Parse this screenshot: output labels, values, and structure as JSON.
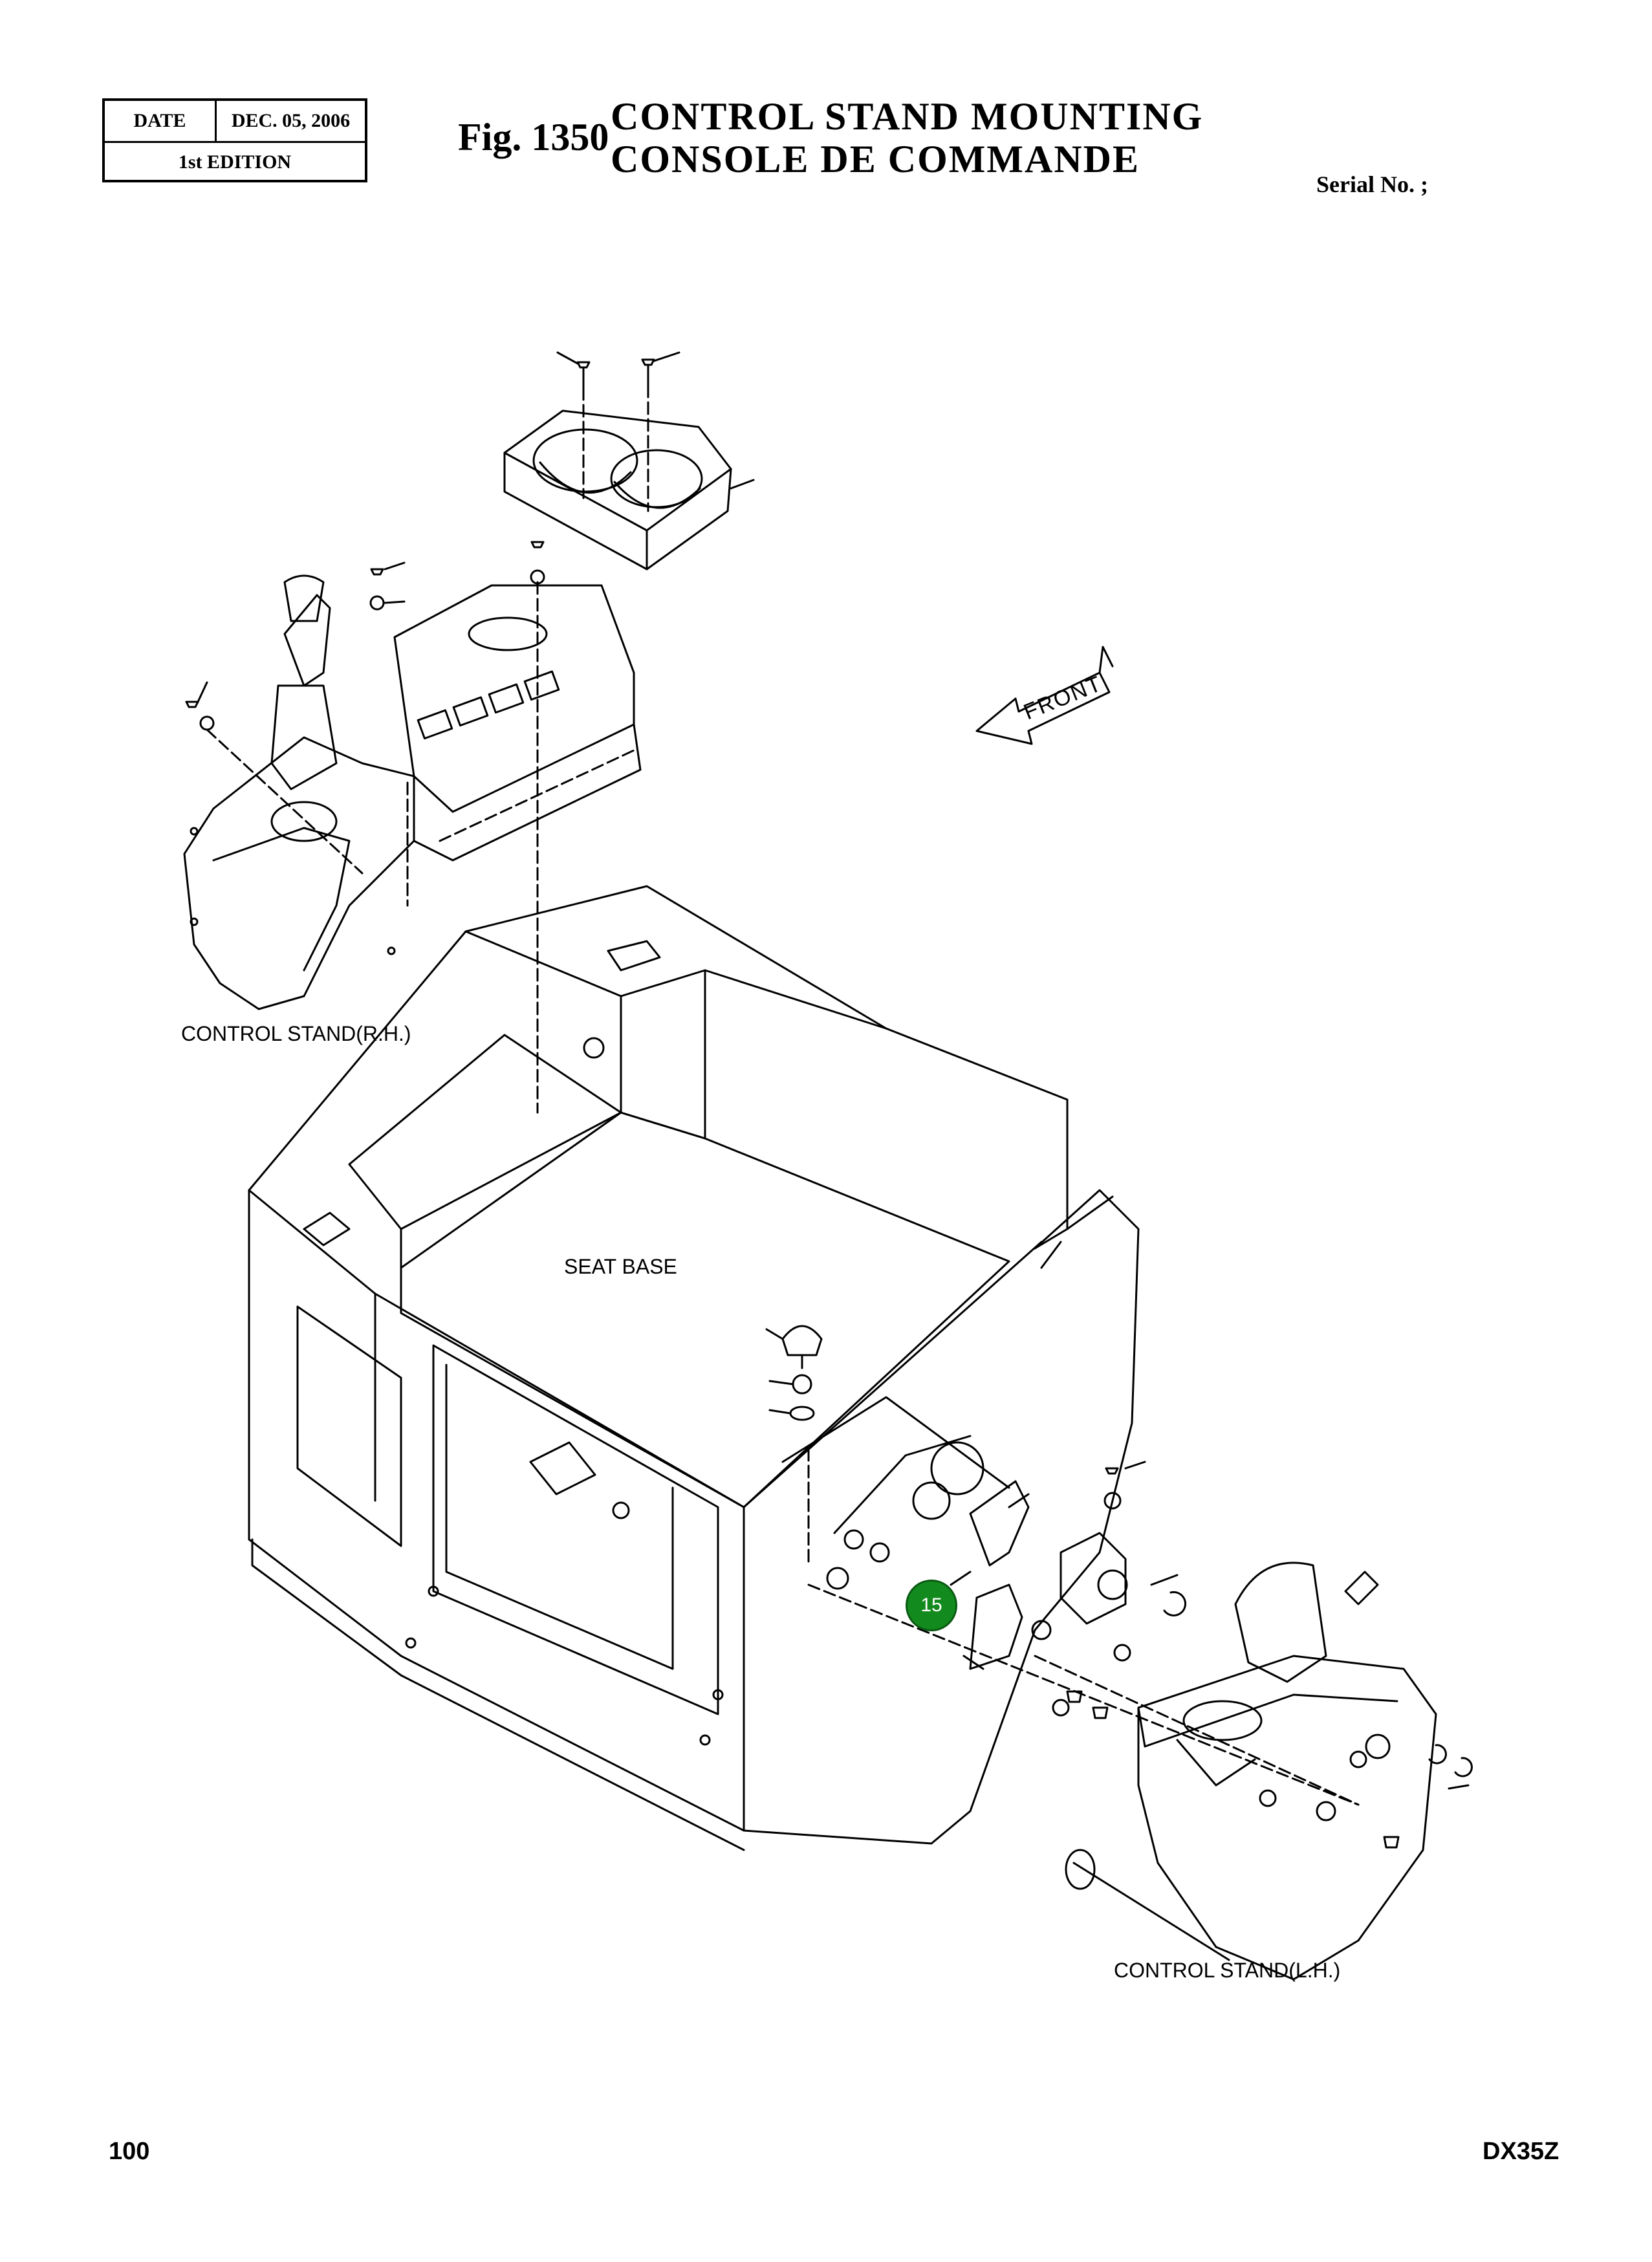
{
  "header": {
    "date_label": "DATE",
    "date_value": "DEC. 05, 2006",
    "edition": "1st EDITION",
    "fig_no": "Fig. 1350",
    "title_en": "CONTROL  STAND  MOUNTING",
    "title_fr": "CONSOLE  DE  COMMANDE",
    "serial": "Serial No. ;"
  },
  "diagram": {
    "label_rh": "CONTROL STAND(R.H.)",
    "label_seat": "SEAT BASE",
    "label_lh": "CONTROL STAND(L.H.)",
    "front_arrow": "FRONT",
    "callout": "15",
    "callout_color": "#138a1e"
  },
  "footer": {
    "page": "100",
    "model": "DX35Z"
  }
}
